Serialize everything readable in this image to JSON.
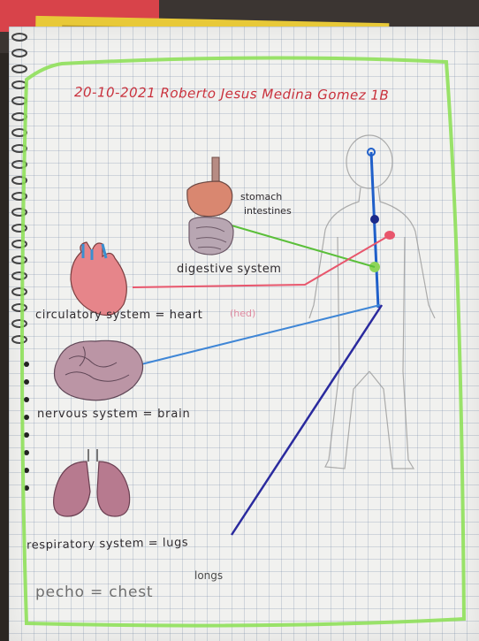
{
  "header": {
    "title": "20-10-2021 Roberto Jesus Medina Gomez 1B"
  },
  "organs": {
    "stomach_label": "stomach",
    "intestines_label": "intestines",
    "digestive_label": "digestive system"
  },
  "systems": {
    "circulatory": "circulatory system = heart",
    "circulatory_note": "(hed)",
    "nervous": "nervous system = brain",
    "respiratory": "respiratory system = lugs",
    "respiratory_note": "longs"
  },
  "footer": {
    "note": "pecho = chest"
  },
  "colors": {
    "title_ink": "#c9313c",
    "digestive_line": "#5bbf3a",
    "circulatory_line": "#e8566c",
    "nervous_line": "#3f86d6",
    "respiratory_line": "#2a2a9e",
    "spine_line": "#1f5fc9",
    "border_green": "#8fe05a"
  }
}
